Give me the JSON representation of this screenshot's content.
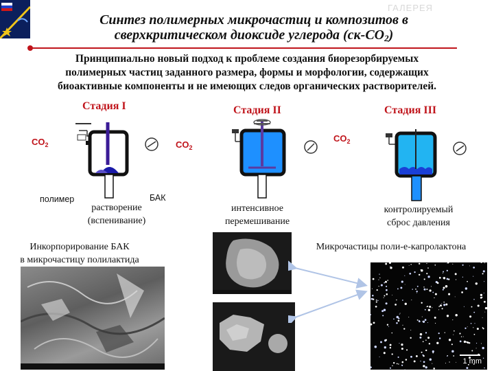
{
  "watermark": "ГАЛЕРЕЯ",
  "title": {
    "line1": "Синтез полимерных микрочастиц и композитов в",
    "line2_main": "сверхкритическом диоксиде углерода (ск-CO",
    "line2_sub": "2",
    "line2_end": ")"
  },
  "intro": {
    "line1": "Принципиально новый подход к проблеме создания биорезорбируемых",
    "line2": "полимерных частиц заданного размера, формы и морфологии, содержащих",
    "line3": "биоактивные компоненты и не имеющих следов органических растворителей."
  },
  "stages": {
    "stage1": {
      "title": "Стадия I",
      "co2_label": "CO",
      "co2_sub": "2",
      "polymer_label": "полимер",
      "bak_label": "БАК",
      "caption_line1": "растворение",
      "caption_line2": "(вспенивание)"
    },
    "stage2": {
      "title": "Стадия II",
      "co2_label": "CO",
      "co2_sub": "2",
      "caption_line1": "интенсивное",
      "caption_line2": "перемешивание"
    },
    "stage3": {
      "title": "Стадия III",
      "co2_label": "CO",
      "co2_sub": "2",
      "caption_line1": "контролируемый",
      "caption_line2": "сброс давления"
    }
  },
  "bottom": {
    "left_caption_line1": "Инкорпорирование БАК",
    "left_caption_line2": "в микрочастицу полилактида",
    "right_caption": "Микрочастицы поли-е-капролактона",
    "scale_label": "1 mm"
  },
  "colors": {
    "accent_red": "#c0141b",
    "vessel_blue": "#1e90ff",
    "polymer_blue": "#1a1aa8",
    "dark_navy": "#0b1f5c"
  }
}
